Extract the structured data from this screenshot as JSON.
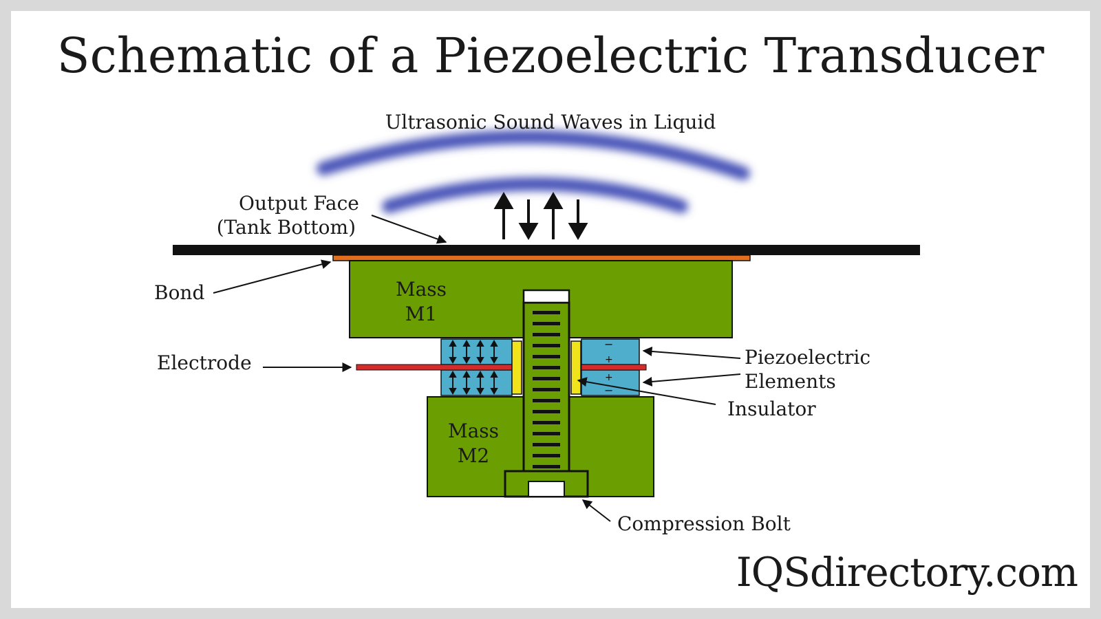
{
  "title": "Schematic of a Piezoelectric Transducer",
  "labels": {
    "waves": "Ultrasonic Sound Waves in Liquid",
    "output_face_line1": "Output Face",
    "output_face_line2": "(Tank Bottom)",
    "bond": "Bond",
    "mass_m1_line1": "Mass",
    "mass_m1_line2": "M1",
    "electrode": "Electrode",
    "piezo_line1": "Piezoelectric",
    "piezo_line2": "Elements",
    "insulator": "Insulator",
    "mass_m2_line1": "Mass",
    "mass_m2_line2": "M2",
    "compression_bolt": "Compression Bolt",
    "piezo_top_minus": "−",
    "piezo_top_plus": "+",
    "piezo_bottom_plus": "+",
    "piezo_bottom_minus": "−"
  },
  "brand": "IQSdirectory.com",
  "colors": {
    "mass": "#6b9e00",
    "piezo": "#4faecc",
    "insulator": "#f0e31c",
    "bond": "#e36f1e",
    "electrode": "#d62b2b",
    "wave": "#4a55b8",
    "plate": "#111111"
  }
}
